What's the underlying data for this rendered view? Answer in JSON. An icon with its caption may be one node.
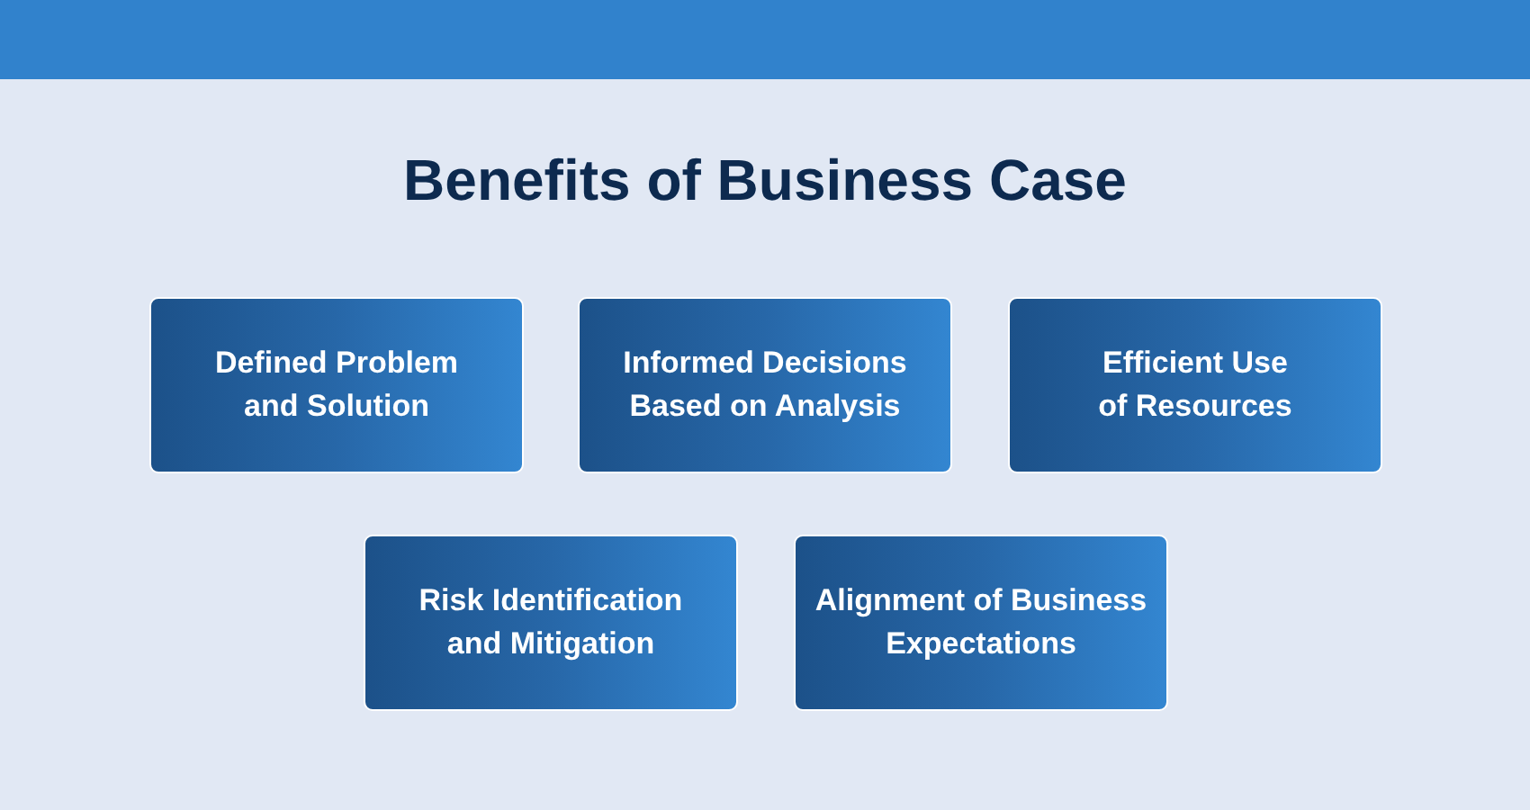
{
  "diagram": {
    "title": "Benefits of Business Case",
    "nodes": [
      {
        "text": [
          "Defined Problem and Solution"
        ]
      },
      {
        "text": [
          "Informed Decisions Based on Analysis"
        ]
      },
      {
        "text": [
          "Efficient Use of Resources"
        ]
      },
      {
        "text": [
          "Risk Identification and Mitigation"
        ]
      },
      {
        "text": [
          "Alignment of Business Expectations"
        ]
      }
    ]
  }
}
